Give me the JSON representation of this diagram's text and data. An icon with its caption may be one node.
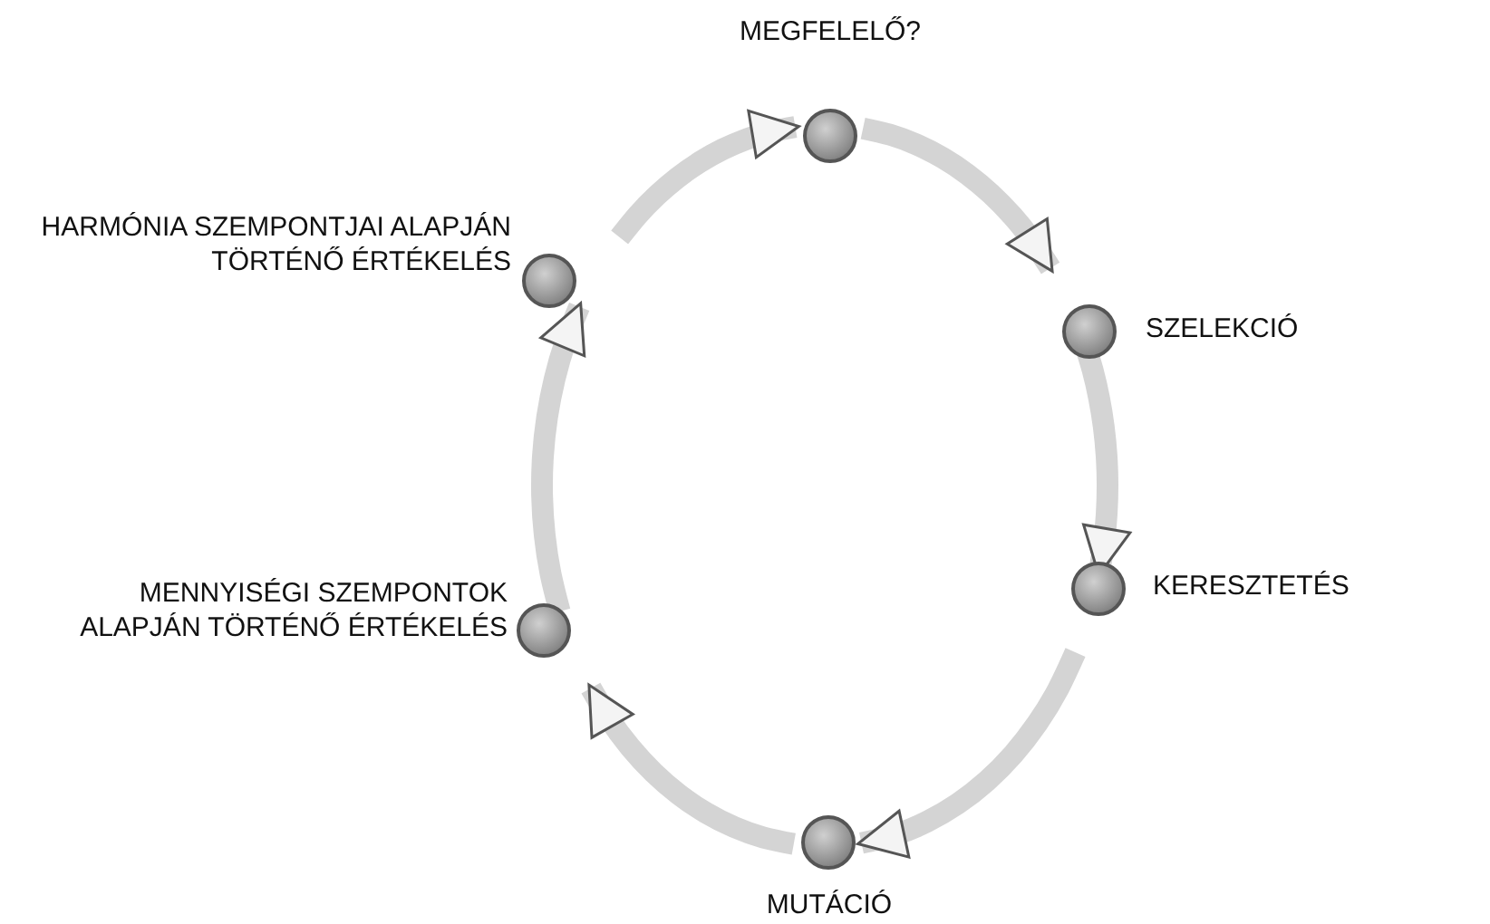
{
  "diagram": {
    "nodes": [
      {
        "text": [],
        "shape": "circle",
        "beside": [
          "MEGFELELŐ?"
        ]
      },
      {
        "text": [],
        "shape": "circle",
        "beside": [
          "SZELEKCIÓ"
        ]
      },
      {
        "text": [],
        "shape": "circle",
        "beside": [
          "KERESZTETÉS"
        ]
      },
      {
        "text": [],
        "shape": "circle",
        "beside": [
          "MUTÁCIÓ"
        ]
      },
      {
        "text": [],
        "shape": "circle",
        "beside": [
          "MENNYISÉGI SZEMPONTOK ALAPJÁN TÖRTÉNŐ ÉRTÉKELÉS"
        ]
      },
      {
        "text": [],
        "shape": "circle",
        "beside": [
          "HARMÓNIA SZEMPONTJAI ALAPJÁN TÖRTÉNŐ ÉRTÉKELÉS"
        ]
      }
    ],
    "edges": [
      {
        "from": 0,
        "to": 1,
        "arrow": "to"
      },
      {
        "from": 1,
        "to": 2,
        "arrow": "to"
      },
      {
        "from": 2,
        "to": 3,
        "arrow": "to"
      },
      {
        "from": 3,
        "to": 4,
        "arrow": "to"
      },
      {
        "from": 4,
        "to": 5,
        "arrow": "to"
      },
      {
        "from": 5,
        "to": 0,
        "arrow": "to"
      }
    ]
  }
}
